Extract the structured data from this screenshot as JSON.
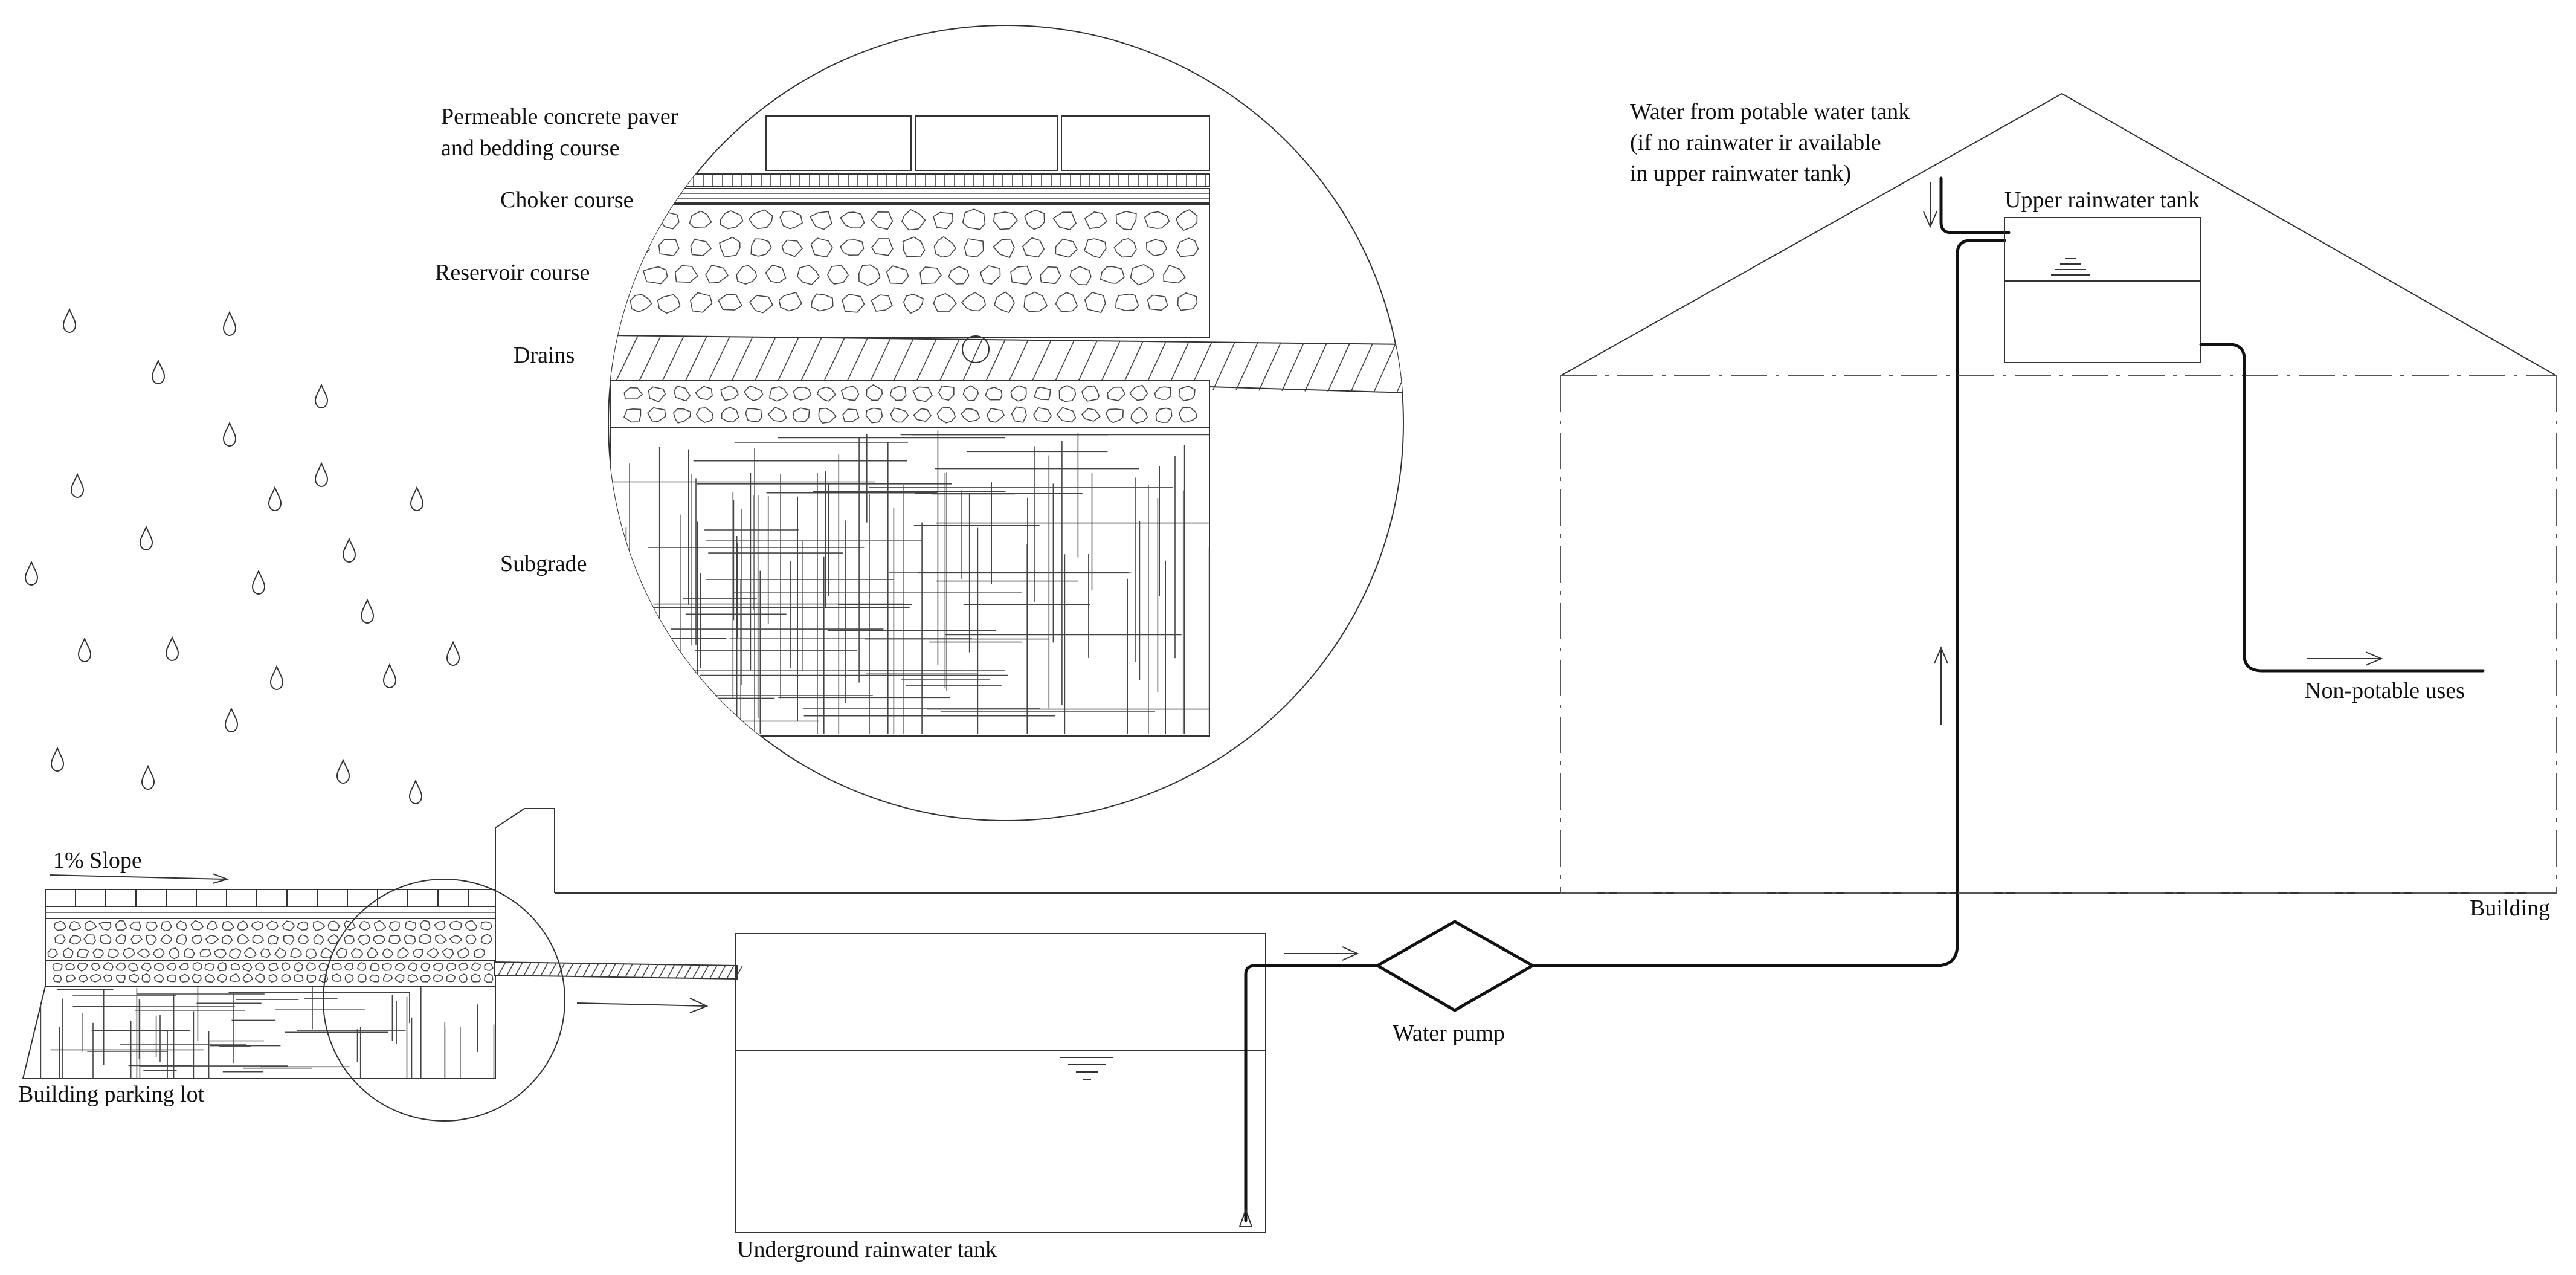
{
  "layers": {
    "paver": "Permeable concrete paver",
    "paver_line2": "and bedding course",
    "choker": "Choker course",
    "reservoir": "Reservoir course",
    "drains": "Drains",
    "subgrade": "Subgrade"
  },
  "parking": {
    "slope": "1% Slope",
    "name": "Building parking lot"
  },
  "underground_tank": "Underground rainwater tank",
  "pump": "Water pump",
  "potable": {
    "line1": "Water from potable water tank",
    "line2": "(if no rainwater ir available",
    "line3": "in upper rainwater tank)"
  },
  "upper_tank": "Upper rainwater tank",
  "non_potable": "Non-potable uses",
  "building": "Building",
  "icons": {
    "raindrop": "raindrop-icon",
    "flow_arrow": "flow-arrow-icon",
    "water_level": "water-level-icon",
    "pump": "pump-diamond-icon",
    "foot_valve": "foot-valve-icon"
  },
  "colors": {
    "line": "#333333",
    "pipe": "#111111",
    "background": "#ffffff"
  }
}
